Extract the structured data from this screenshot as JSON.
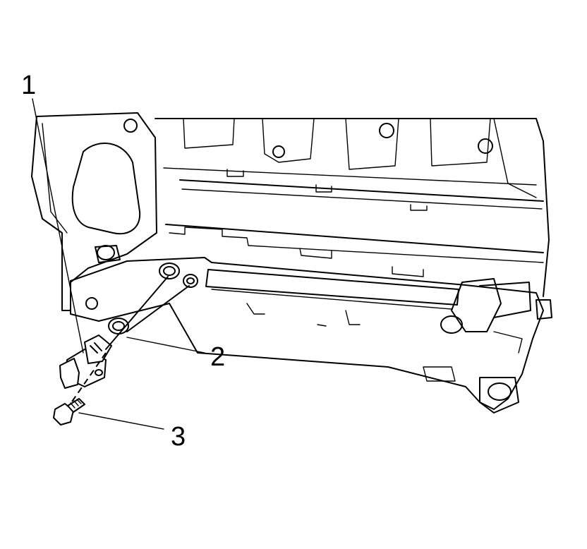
{
  "callouts": {
    "sensor": "1",
    "o_ring": "2",
    "bolt": "3"
  },
  "colors": {
    "line": "#000000",
    "background": "#ffffff"
  }
}
